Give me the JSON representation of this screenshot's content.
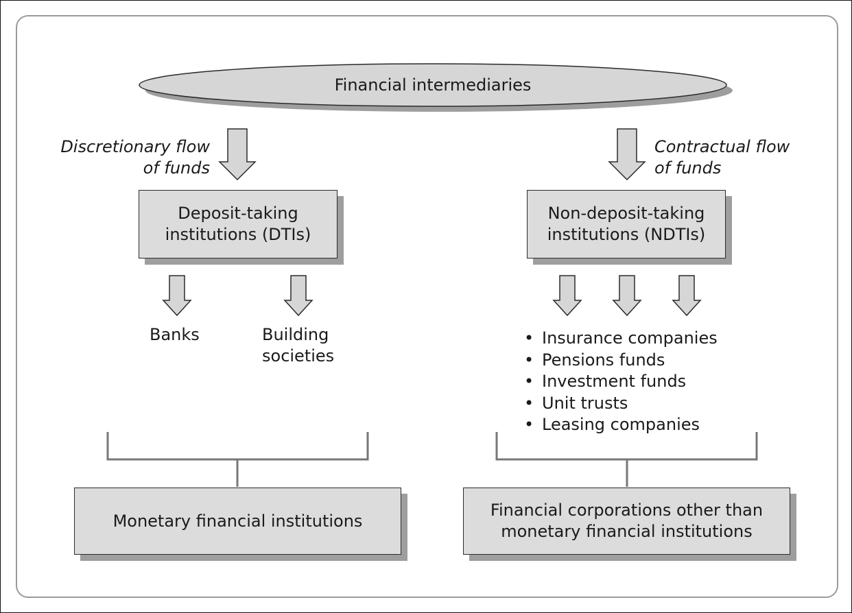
{
  "title": "Financial intermediaries",
  "discretionary_flow": [
    "Discretionary flow",
    "of funds"
  ],
  "contractual_flow": [
    "Contractual flow",
    "of funds"
  ],
  "dti_box": [
    "Deposit-taking",
    "institutions (DTIs)"
  ],
  "ndti_box": [
    "Non-deposit-taking",
    "institutions (NDTIs)"
  ],
  "banks": "Banks",
  "building_societies": [
    "Building",
    "societies"
  ],
  "ndti_items": [
    "Insurance companies",
    "Pensions funds",
    "Investment funds",
    "Unit trusts",
    "Leasing companies"
  ],
  "mfi_box": "Monetary financial institutions",
  "other_box": [
    "Financial corporations other than",
    "monetary financial institutions"
  ]
}
